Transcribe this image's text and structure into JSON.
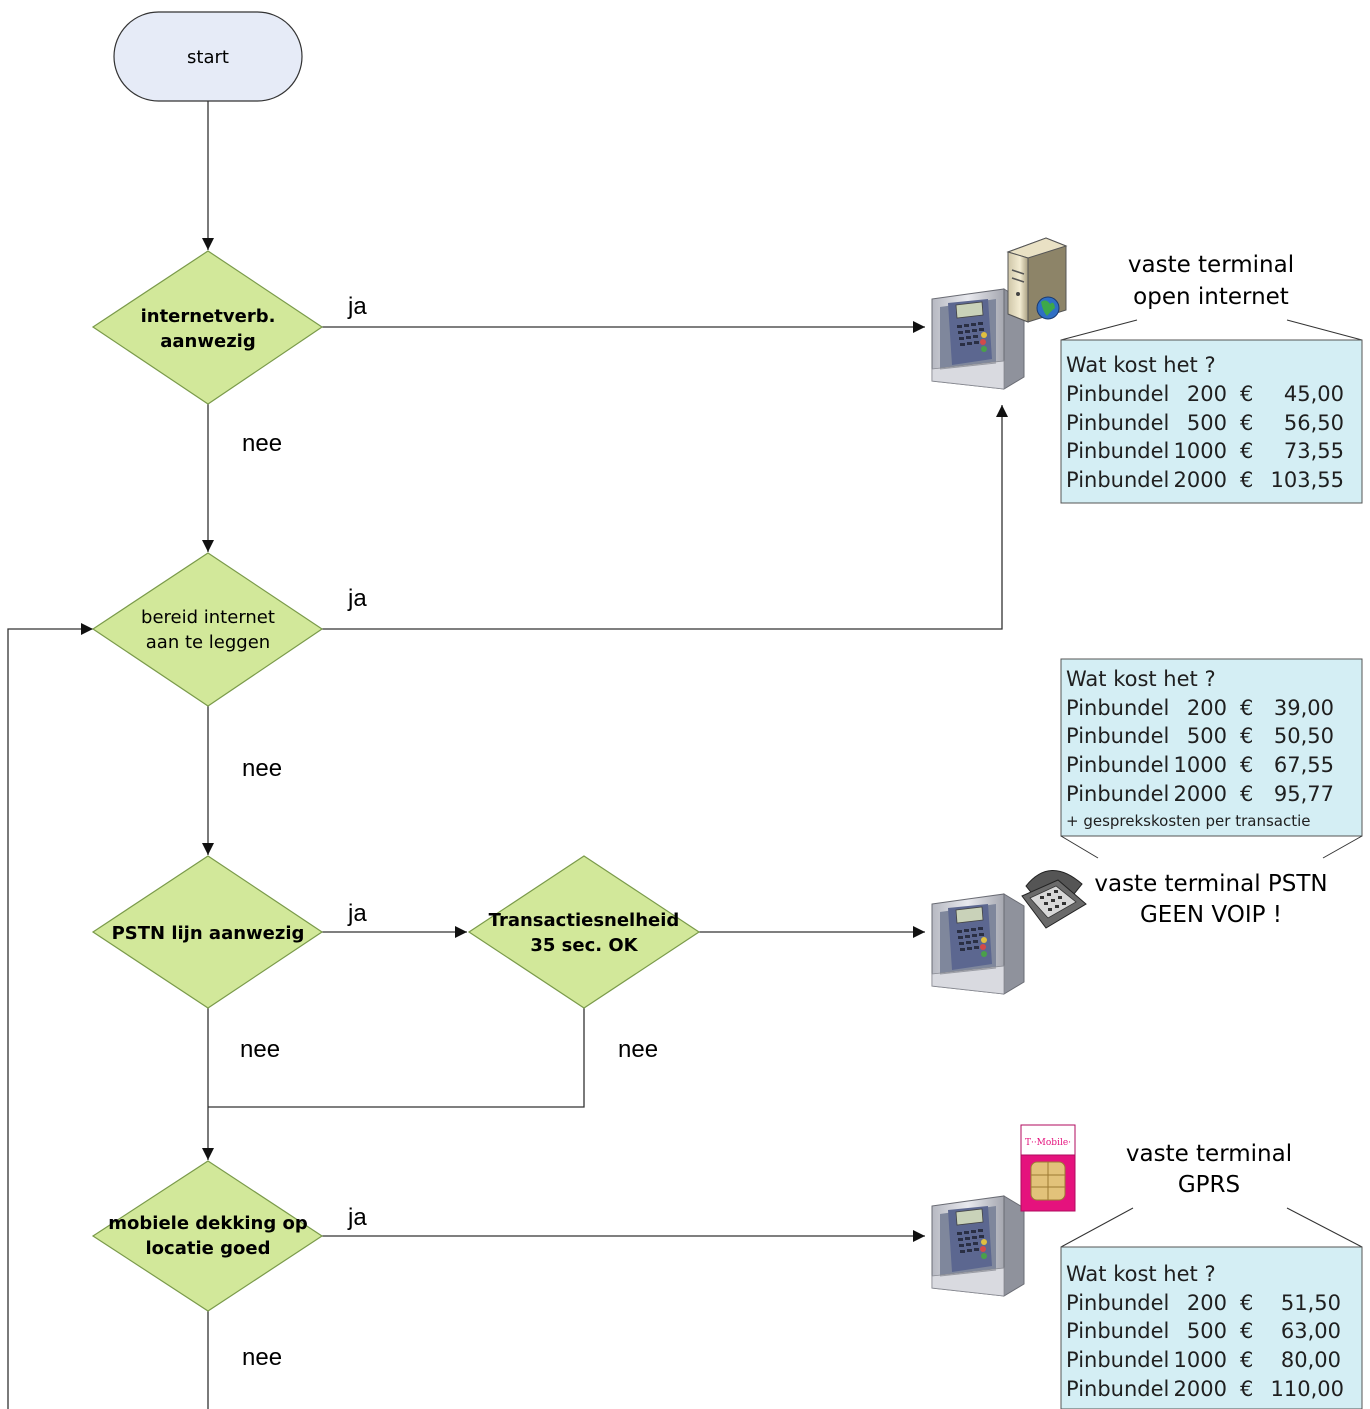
{
  "colors": {
    "start_fill": "#e6ebf7",
    "decision_fill": "#d2e89a",
    "price_box_fill": "#d4eef4",
    "line": "#333333"
  },
  "nodes": {
    "start": "start",
    "d1": [
      "internetverb.",
      "aanwezig"
    ],
    "d2": [
      "bereid internet",
      "aan te leggen"
    ],
    "d3": [
      "PSTN lijn aanwezig"
    ],
    "d4": [
      "Transactiesnelheid",
      "35 sec. OK"
    ],
    "d5": [
      "mobiele dekking op",
      "locatie goed"
    ]
  },
  "edge_labels": {
    "yes": "ja",
    "no": "nee"
  },
  "terminals": [
    {
      "title": [
        "vaste terminal",
        "open internet"
      ],
      "icon": "server-globe-icon",
      "pricing": {
        "header": "Wat kost het ?",
        "rows": [
          {
            "name": "Pinbundel",
            "qty": "200",
            "cur": "€",
            "price": "45,00"
          },
          {
            "name": "Pinbundel",
            "qty": "500",
            "cur": "€",
            "price": "56,50"
          },
          {
            "name": "Pinbundel",
            "qty": "1000",
            "cur": "€",
            "price": "73,55"
          },
          {
            "name": "Pinbundel",
            "qty": "2000",
            "cur": "€",
            "price": "103,55"
          }
        ]
      }
    },
    {
      "title": [
        "vaste terminal PSTN",
        "GEEN VOIP !"
      ],
      "icon": "telephone-icon",
      "pricing": {
        "header": "Wat kost het ?",
        "rows": [
          {
            "name": "Pinbundel",
            "qty": "200",
            "cur": "€",
            "price": "39,00"
          },
          {
            "name": "Pinbundel",
            "qty": "500",
            "cur": "€",
            "price": "50,50"
          },
          {
            "name": "Pinbundel",
            "qty": "1000",
            "cur": "€",
            "price": "67,55"
          },
          {
            "name": "Pinbundel",
            "qty": "2000",
            "cur": "€",
            "price": "95,77"
          }
        ],
        "note": "+ gesprekskosten per transactie"
      }
    },
    {
      "title": [
        "vaste terminal",
        "GPRS"
      ],
      "icon": "sim-card-icon",
      "sim_brand": "T··Mobile·",
      "pricing": {
        "header": "Wat kost het ?",
        "rows": [
          {
            "name": "Pinbundel",
            "qty": "200",
            "cur": "€",
            "price": "51,50"
          },
          {
            "name": "Pinbundel",
            "qty": "500",
            "cur": "€",
            "price": "63,00"
          },
          {
            "name": "Pinbundel",
            "qty": "1000",
            "cur": "€",
            "price": "80,00"
          },
          {
            "name": "Pinbundel",
            "qty": "2000",
            "cur": "€",
            "price": "110,00"
          }
        ]
      }
    }
  ]
}
